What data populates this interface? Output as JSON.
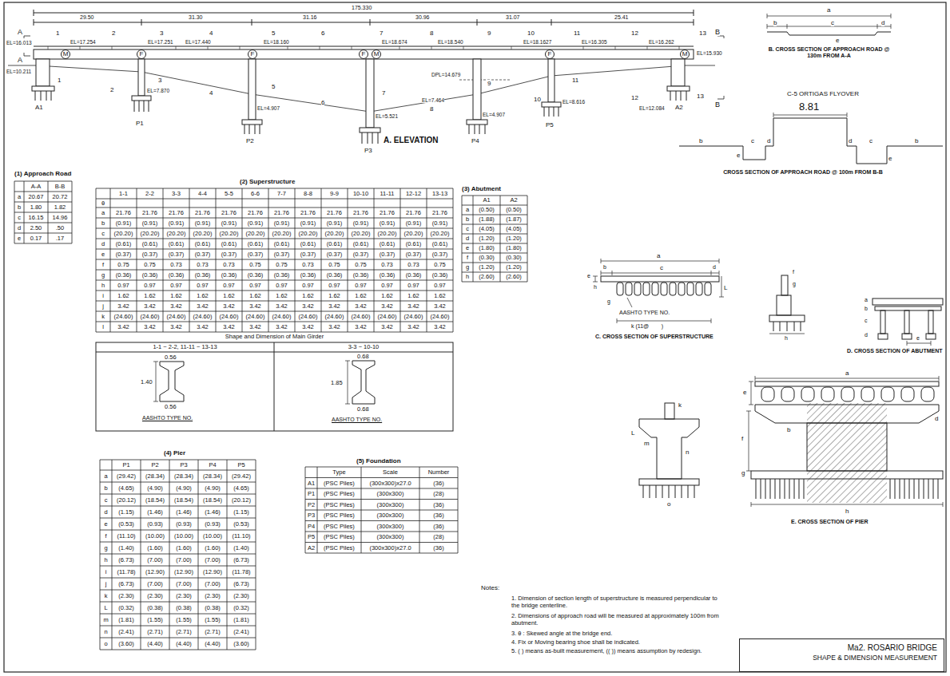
{
  "diagram": {
    "nodes": [
      {
        "text": [
          "M"
        ]
      },
      {
        "text": [
          "F"
        ]
      },
      {
        "text": [
          "F"
        ]
      },
      {
        "text": [
          "F"
        ]
      },
      {
        "text": [
          "M"
        ]
      },
      {
        "text": [
          "F"
        ]
      },
      {
        "text": [
          "M"
        ]
      },
      {
        "text": [
          "Ma2. ROSARIO BRIDGE",
          "SHAPE & DIMENSION MEASUREMENT"
        ]
      }
    ],
    "labels": [
      "175.330",
      "29.50",
      "31.30",
      "31.16",
      "30.96",
      "31.07",
      "25.41",
      "A",
      "A",
      "B",
      "B",
      "1",
      "2",
      "3",
      "4",
      "5",
      "6",
      "7",
      "8",
      "9",
      "10",
      "11",
      "12",
      "13",
      "1",
      "2",
      "3",
      "4",
      "5",
      "6",
      "7",
      "8",
      "9",
      "10",
      "11",
      "12",
      "13",
      "EL=16.013",
      "EL=17.254",
      "EL=17.251",
      "EL=17.440",
      "EL=18.160",
      "EL=18.674",
      "EL=18.540",
      "EL=18.1627",
      "EL=16.305",
      "EL=16.262",
      "EL=15.930",
      "EL=10.211",
      "EL=7.870",
      "EL=4.907",
      "EL=5.521",
      "EL=7.464",
      "EL=4.907",
      "EL=8.616",
      "EL=12.084",
      "DPL=14.679",
      "A1",
      "P1",
      "P2",
      "P3",
      "P4",
      "P5",
      "A2",
      "A. ELEVATION",
      "(1) Approach Road",
      "A-A",
      "B-B",
      "a",
      "20.67",
      "20.72",
      "b",
      "1.80",
      "1.82",
      "c",
      "16.15",
      "14.96",
      "d",
      "2.50",
      ".50",
      "e",
      "0.17",
      ".17",
      "(2) Superstructure",
      "1-1",
      "2-2",
      "3-3",
      "4-4",
      "5-5",
      "6-6",
      "7-7",
      "8-8",
      "9-9",
      "10-10",
      "11-11",
      "12-12",
      "13-13",
      "θ",
      "a",
      "21.76",
      "21.76",
      "21.76",
      "21.76",
      "21.76",
      "21.76",
      "21.76",
      "21.76",
      "21.76",
      "21.76",
      "21.76",
      "21.76",
      "21.76",
      "b",
      "(0.91)",
      "(0.91)",
      "(0.91)",
      "(0.91)",
      "(0.91)",
      "(0.91)",
      "(0.91)",
      "(0.91)",
      "(0.91)",
      "(0.91)",
      "(0.91)",
      "(0.91)",
      "(0.91)",
      "c",
      "(20.20)",
      "(20.20)",
      "(20.20)",
      "(20.20)",
      "(20.20)",
      "(20.20)",
      "(20.20)",
      "(20.20)",
      "(20.20)",
      "(20.20)",
      "(20.20)",
      "(20.20)",
      "(20.20)",
      "d",
      "(0.61)",
      "(0.61)",
      "(0.61)",
      "(0.61)",
      "(0.61)",
      "(0.61)",
      "(0.61)",
      "(0.61)",
      "(0.61)",
      "(0.61)",
      "(0.61)",
      "(0.61)",
      "(0.61)",
      "e",
      "(0.37)",
      "(0.37)",
      "(0.37)",
      "(0.37)",
      "(0.37)",
      "(0.37)",
      "(0.37)",
      "(0.37)",
      "(0.37)",
      "(0.37)",
      "(0.37)",
      "(0.37)",
      "(0.37)",
      "f",
      "0.75",
      "0.75",
      "0.73",
      "0.73",
      "0.73",
      "0.75",
      "0.75",
      "0.73",
      "0.75",
      "0.75",
      "0.73",
      "0.73",
      "0.75",
      "g",
      "(0.36)",
      "(0.36)",
      "(0.36)",
      "(0.36)",
      "(0.36)",
      "(0.36)",
      "(0.36)",
      "(0.36)",
      "(0.36)",
      "(0.36)",
      "(0.36)",
      "(0.36)",
      "(0.36)",
      "h",
      "0.97",
      "0.97",
      "0.97",
      "0.97",
      "0.97",
      "0.97",
      "0.97",
      "0.97",
      "0.97",
      "0.97",
      "0.97",
      "0.97",
      "0.97",
      "i",
      "1.62",
      "1.62",
      "1.62",
      "1.62",
      "1.62",
      "1.62",
      "1.62",
      "1.62",
      "1.62",
      "1.62",
      "1.62",
      "1.62",
      "1.62",
      "j",
      "3.42",
      "3.42",
      "3.42",
      "3.42",
      "3.42",
      "3.42",
      "3.42",
      "3.42",
      "3.42",
      "3.42",
      "3.42",
      "3.42",
      "3.42",
      "k",
      "(24.60)",
      "(24.60)",
      "(24.60)",
      "(24.60)",
      "(24.60)",
      "(24.60)",
      "(24.60)",
      "(24.60)",
      "(24.60)",
      "(24.60)",
      "(24.60)",
      "(24.60)",
      "(24.60)",
      "l",
      "3.42",
      "3.42",
      "3.42",
      "3.42",
      "3.42",
      "3.42",
      "3.42",
      "3.42",
      "3.42",
      "3.42",
      "3.42",
      "3.42",
      "3.42",
      "Shape and Dimension of Main Girder",
      "1-1 ~ 2-2, 11-11 ~ 13-13",
      "3-3 ~ 10-10",
      "0.56",
      "1.40",
      "0.56",
      "AASHTO TYPE NO.",
      "0.68",
      "1.85",
      "0.68",
      "AASHTO TYPE NO.",
      "(3) Abutment",
      "A1",
      "A2",
      "a",
      "(0.50)",
      "(0.50)",
      "b",
      "(1.88)",
      "(1.87)",
      "c",
      "(4.05)",
      "(4.05)",
      "d",
      "(1.20)",
      "(1.20)",
      "e",
      "(1.80)",
      "(1.80)",
      "f",
      "(0.30)",
      "(0.30)",
      "g",
      "(1.20)",
      "(1.20)",
      "h",
      "(2.60)",
      "(2.60)",
      "(4) Pier",
      "P1",
      "P2",
      "P3",
      "P4",
      "P5",
      "a",
      "(29.42)",
      "(28.34)",
      "(28.34)",
      "(28.34)",
      "(29.42)",
      "b",
      "(4.65)",
      "(4.90)",
      "(4.90)",
      "(4.90)",
      "(4.65)",
      "c",
      "(20.12)",
      "(18.54)",
      "(18.54)",
      "(18.54)",
      "(20.12)",
      "d",
      "(1.15)",
      "(1.46)",
      "(1.46)",
      "(1.46)",
      "(1.15)",
      "e",
      "(0.53)",
      "(0.93)",
      "(0.93)",
      "(0.93)",
      "(0.53)",
      "f",
      "(11.10)",
      "(10.00)",
      "(10.00)",
      "(10.00)",
      "(11.10)",
      "g",
      "(1.40)",
      "(1.60)",
      "(1.60)",
      "(1.60)",
      "(1.40)",
      "h",
      "(6.73)",
      "(7.00)",
      "(7.00)",
      "(7.00)",
      "(6.73)",
      "i",
      "(11.78)",
      "(12.90)",
      "(12.90)",
      "(12.90)",
      "(11.78)",
      "j",
      "(6.73)",
      "(7.00)",
      "(7.00)",
      "(7.00)",
      "(6.73)",
      "k",
      "(2.30)",
      "(2.30)",
      "(2.30)",
      "(2.30)",
      "(2.30)",
      "L",
      "(0.32)",
      "(0.38)",
      "(0.38)",
      "(0.38)",
      "(0.32)",
      "m",
      "(1.81)",
      "(1.55)",
      "(1.55)",
      "(1.55)",
      "(1.81)",
      "n",
      "(2.41)",
      "(2.71)",
      "(2.71)",
      "(2.71)",
      "(2.41)",
      "o",
      "(3.60)",
      "(4.40)",
      "(4.40)",
      "(4.40)",
      "(3.60)",
      "(5) Foundation",
      "Type",
      "Scale",
      "Number",
      "A1",
      "(PSC Piles)",
      "(300x300)x27.0",
      "(36)",
      "P1",
      "(PSC Piles)",
      "(300x300)",
      "(28)",
      "P2",
      "(PSC Piles)",
      "(300x300)",
      "(36)",
      "P3",
      "(PSC Piles)",
      "(300x300)",
      "(36)",
      "P4",
      "(PSC Piles)",
      "(300x300)",
      "(36)",
      "P5",
      "(PSC Piles)",
      "(300x300)",
      "(28)",
      "A2",
      "(PSC Piles)",
      "(300x300)x27.0",
      "(36)",
      "a",
      "b",
      "c",
      "d",
      "e",
      "B. CROSS SECTION OF APPROACH ROAD @ 130m FROM A-A",
      "C-5 ORTIGAS FLYOVER",
      "8.81",
      "b",
      "c",
      "d",
      "d",
      "c",
      "b",
      "e",
      "e",
      "CROSS SECTION OF APPROACH ROAD @ 100m FROM B-B",
      "a",
      "b",
      "c",
      "d",
      "e",
      "h",
      "g",
      "AASHTO TYPE NO.",
      "k (11@        )",
      "L",
      "C. CROSS SECTION OF SUPERSTRUCTURE",
      "f",
      "g",
      "h",
      "a",
      "b",
      "c",
      "d",
      "e",
      "D. CROSS SECTION OF ABUTMENT",
      "a",
      "e",
      "b",
      "d",
      "f",
      "g",
      "h",
      "E. CROSS SECTION OF PIER",
      "k",
      "L",
      "m",
      "n",
      "o",
      "Notes:",
      "1. Dimension of section length of superstructure is measured perpendicular to the bridge centerline.",
      "2. Dimensions of approach road will be measured at approximately 100m from abutment.",
      "3. θ : Skewed angle at the bridge end.",
      "4. Fix or Moving bearing shoe shall be indicated.",
      "5. ( ) means as-built measurement, (( )) means assumption by redesign."
    ]
  }
}
